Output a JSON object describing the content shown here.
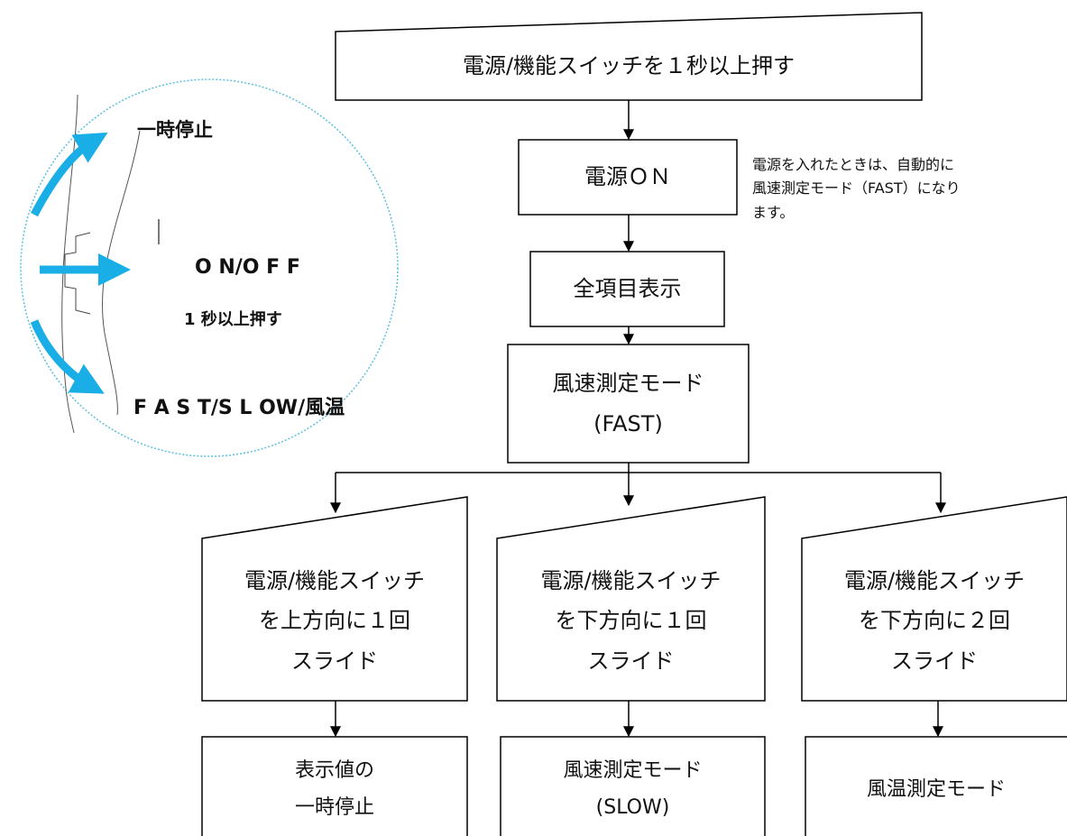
{
  "colors": {
    "accent": "#1aaee6",
    "line": "#000000",
    "dotted": "#5bbfe0"
  },
  "flow": {
    "top": {
      "text": "電源/機能スイッチを１秒以上押す"
    },
    "power_on": {
      "text": "電源ＯＮ"
    },
    "note": {
      "lines": [
        "電源を入れたときは、自動的に",
        "風速測定モード（FAST）になり",
        "ます。"
      ]
    },
    "show_all": {
      "text": "全項目表示"
    },
    "wind_fast": {
      "lines": [
        "風速測定モード",
        "(FAST)"
      ]
    },
    "branch_up": {
      "lines": [
        "電源/機能スイッチ",
        "を上方向に１回",
        "スライド"
      ]
    },
    "branch_down1": {
      "lines": [
        "電源/機能スイッチ",
        "を下方向に１回",
        "スライド"
      ]
    },
    "branch_down2": {
      "lines": [
        "電源/機能スイッチ",
        "を下方向に２回",
        "スライド"
      ]
    },
    "result_pause": {
      "lines": [
        "表示値の",
        "一時停止"
      ]
    },
    "result_slow": {
      "lines": [
        "風速測定モード",
        "(SLOW)"
      ]
    },
    "result_temp": {
      "text": "風温測定モード"
    }
  },
  "switch": {
    "pause_label": "一時停止",
    "onoff_label": "O N/O F F",
    "hold_label": "1 秒以上押す",
    "mode_label": "F A S T/S L OW/風温"
  }
}
